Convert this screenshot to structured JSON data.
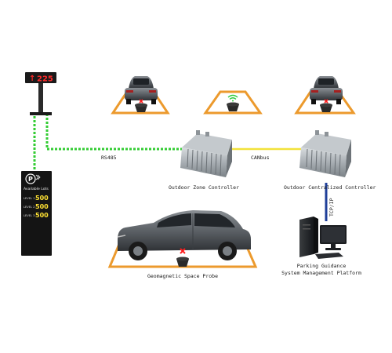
{
  "colors": {
    "rs485_line": "#33cc33",
    "canbus_line": "#f2e23a",
    "tcpip_line": "#1f3f99",
    "parking_outline": "#ec9a2d",
    "sign_led_red": "#ff2a2a",
    "sign_led_yellow": "#ffe233",
    "probe_body": "#2a2a2a",
    "probe_mark": "#ff1e1e"
  },
  "top_display": {
    "arrow": "↑",
    "count": "225"
  },
  "guidance_sign": {
    "logo_letter": "P",
    "title": "Available Lots",
    "levels": [
      {
        "label": "LEVEL 1",
        "value": "500"
      },
      {
        "label": "LEVEL 2",
        "value": "500"
      },
      {
        "label": "LEVEL 3",
        "value": "500"
      }
    ]
  },
  "labels": {
    "rs485": "RS485",
    "canbus": "CANbus",
    "tcpip": "TCP/IP",
    "zone_controller": "Outdoor Zone Controller",
    "centralized_controller": "Outdoor Centralized Controller",
    "platform_line1": "Parking Guidance",
    "platform_line2": "System Management Platform",
    "probe": "Geomagnetic Space Probe"
  }
}
